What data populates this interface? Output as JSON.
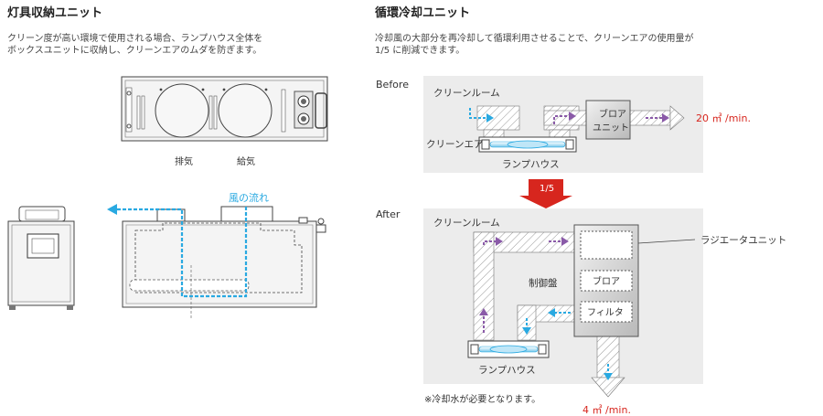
{
  "left": {
    "title": "灯具収納ユニット",
    "desc_line1": "クリーン度が高い環境で使用される場合、ランプハウス全体を",
    "desc_line2": "ボックスユニットに収納し、クリーンエアのムダを防ぎます。",
    "exhaust_label": "排気",
    "intake_label": "給気",
    "airflow_label": "風の流れ"
  },
  "right": {
    "title": "循環冷却ユニット",
    "desc_line1": "冷却風の大部分を再冷却して循環利用させることで、クリーンエアの使用量が",
    "desc_line2": "1/5 に削減できます。",
    "before": {
      "label": "Before",
      "cleanroom": "クリーンルーム",
      "blower_line1": "ブロア",
      "blower_line2": "ユニット",
      "clean_air": "クリーンエア",
      "lamphouse": "ランプハウス",
      "flow": "20 ㎥ /min."
    },
    "ratio": "1/5",
    "after": {
      "label": "After",
      "cleanroom": "クリーンルーム",
      "control_panel": "制御盤",
      "radiator": "ラジエータユニット",
      "blower": "ブロア",
      "filter": "フィルタ",
      "lamphouse": "ランプハウス",
      "flow": "4 ㎥ /min.",
      "note": "※冷却水が必要となります。"
    }
  },
  "colors": {
    "accent_red": "#d7261e",
    "airflow_blue": "#29a9e1",
    "airflow_purple": "#8a5aa8",
    "panel_bg": "#ececec"
  }
}
